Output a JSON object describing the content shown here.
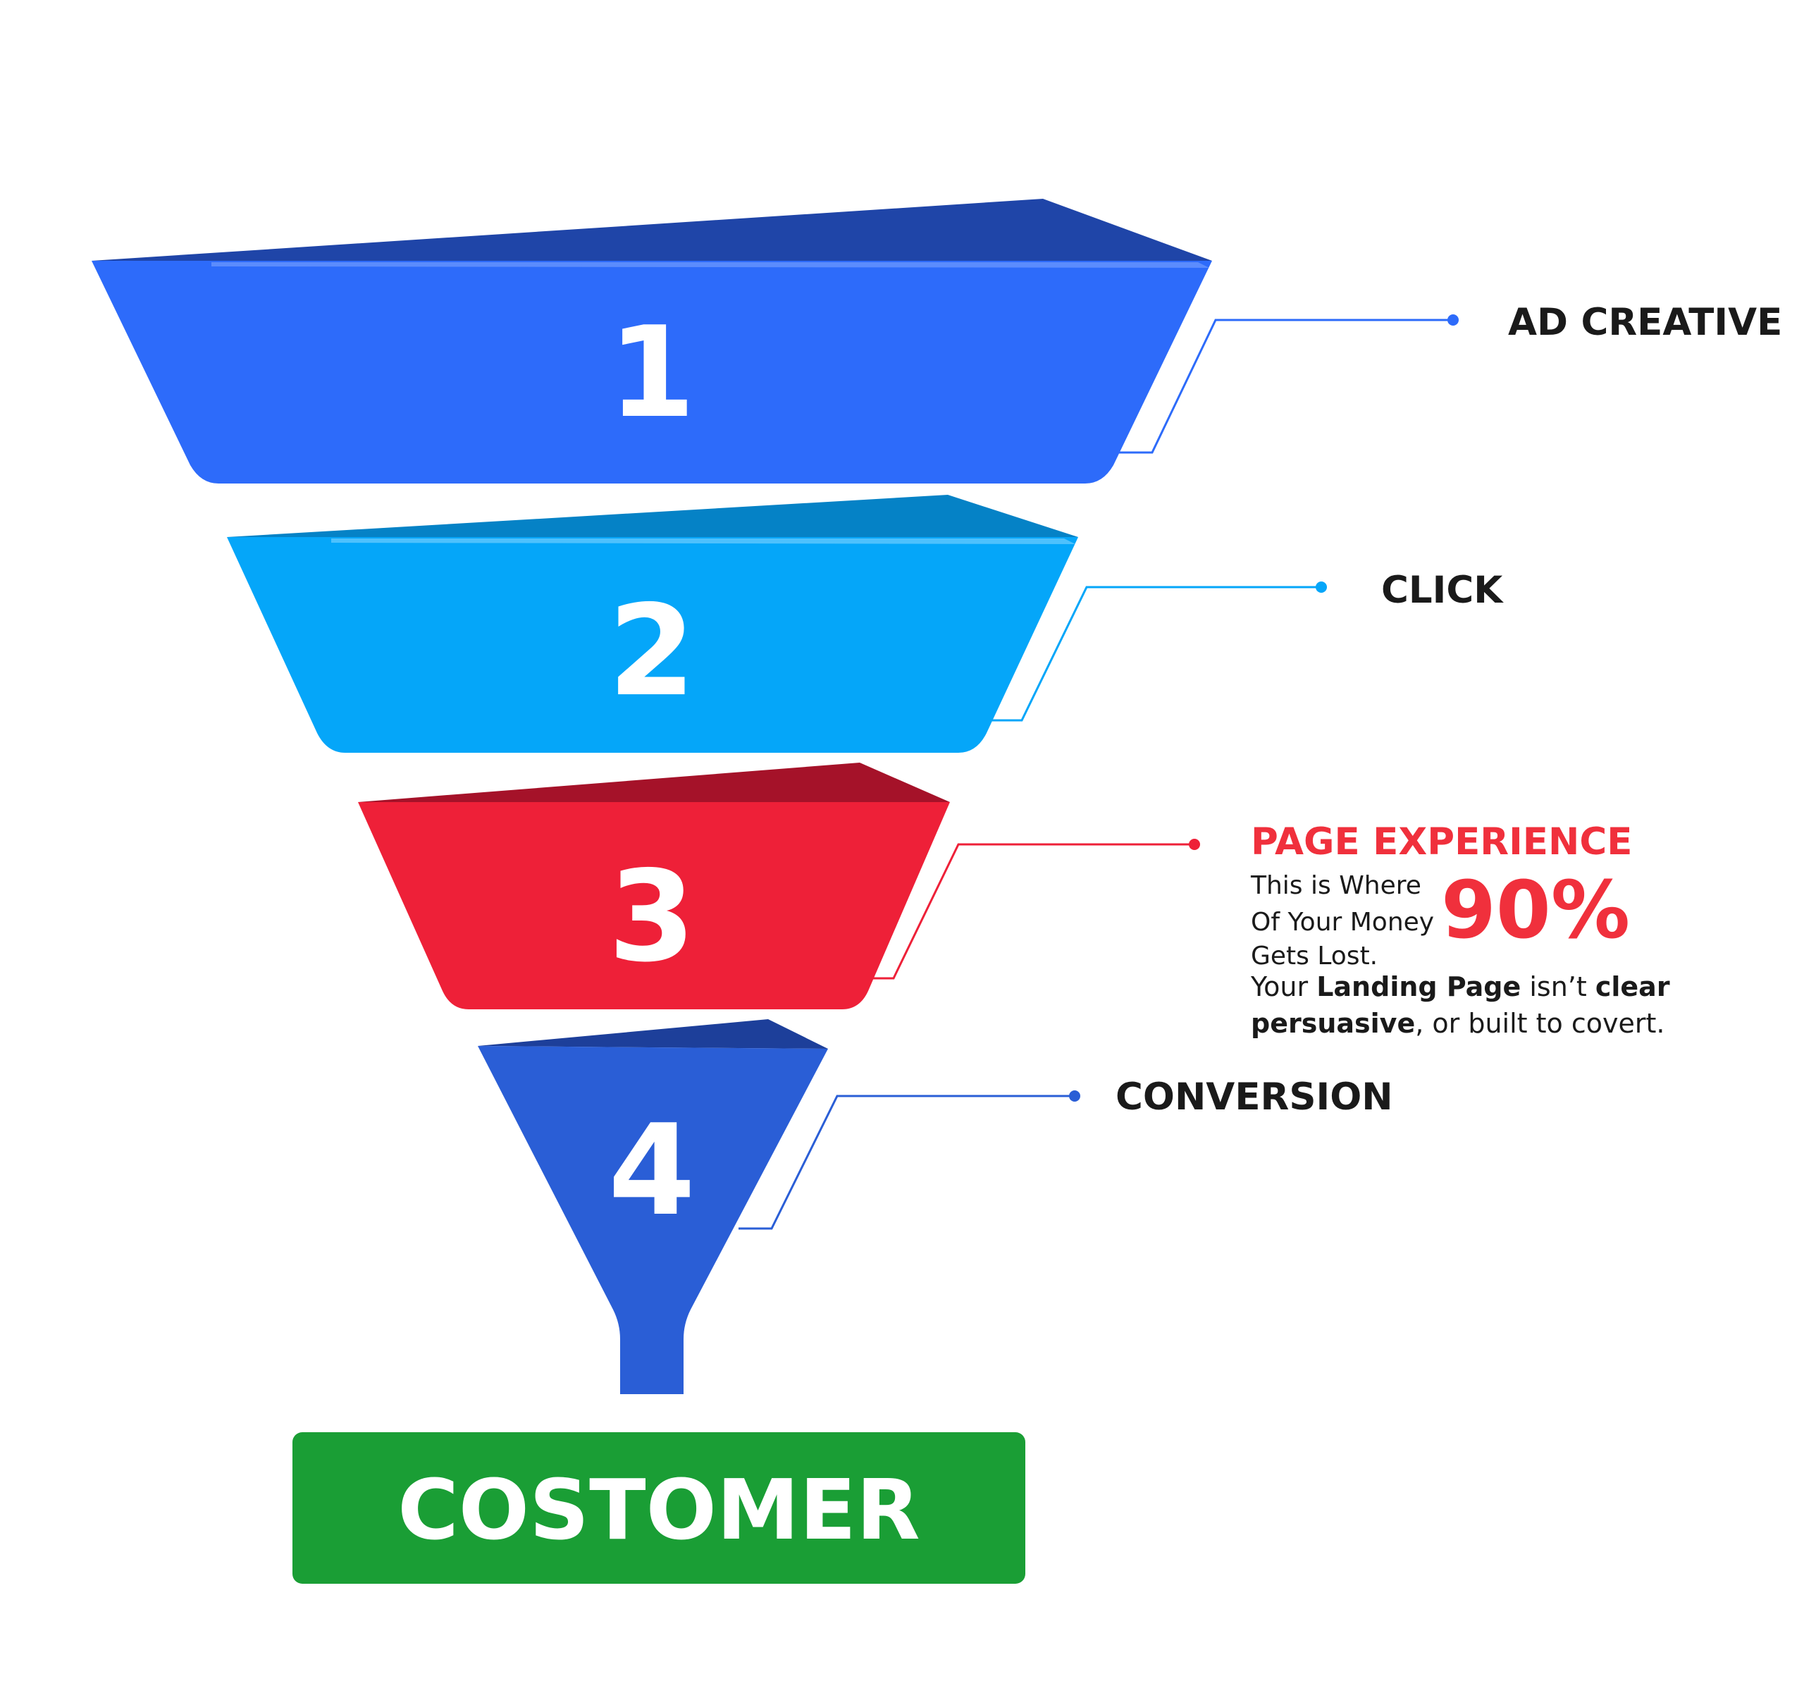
{
  "colors": {
    "stage1": "#2d6bfa",
    "stage1_top": "#1f45a8",
    "stage2": "#05a6f9",
    "stage2_top": "#0582c6",
    "stage3": "#ee2038",
    "stage3_top": "#a51229",
    "stage4": "#2a5ed6",
    "stage4_top": "#1d3f9a",
    "accent_red": "#f0303c",
    "cta_green": "#1a9e35",
    "label_text": "#1a1a1a"
  },
  "stages": [
    {
      "number": "1",
      "label": "AD CREATIVE"
    },
    {
      "number": "2",
      "label": "CLICK"
    },
    {
      "number": "3",
      "label": "PAGE EXPERIENCE"
    },
    {
      "number": "4",
      "label": "CONVERSION"
    }
  ],
  "page_experience": {
    "line1": "This is Where",
    "line2": "Of Your Money",
    "line3": "Gets Lost.",
    "percent": "90%",
    "body_1a": "Your ",
    "body_1b": "Landing Page",
    "body_1c": " isn’t ",
    "body_1d": "clear",
    "body_2a": "persuasive",
    "body_2b": ", or built to covert."
  },
  "cta": {
    "label": "COSTOMER"
  }
}
